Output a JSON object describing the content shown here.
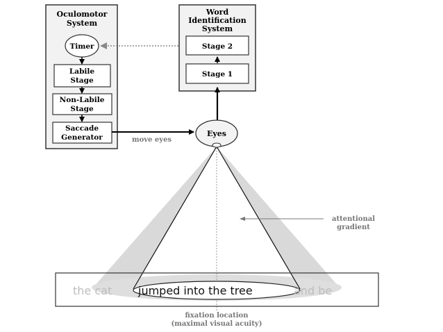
{
  "oculomotor": {
    "title_line1": "Oculomotor",
    "title_line2": "System",
    "timer": "Timer",
    "labile_line1": "Labile",
    "labile_line2": "Stage",
    "nonlabile_line1": "Non-Labile",
    "nonlabile_line2": "Stage",
    "saccade_line1": "Saccade",
    "saccade_line2": "Generator"
  },
  "word_id": {
    "title_line1": "Word",
    "title_line2": "Identification",
    "title_line3": "System",
    "stage2": "Stage 2",
    "stage1": "Stage 1"
  },
  "eyes": "Eyes",
  "move_eyes": "move eyes",
  "attentional_line1": "attentional",
  "attentional_line2": "gradient",
  "sentence_left": "the cat",
  "sentence_mid": "jumped into the tree",
  "sentence_right": "and be",
  "fixation_line1": "fixation location",
  "fixation_line2": "(maximal visual acuity)"
}
